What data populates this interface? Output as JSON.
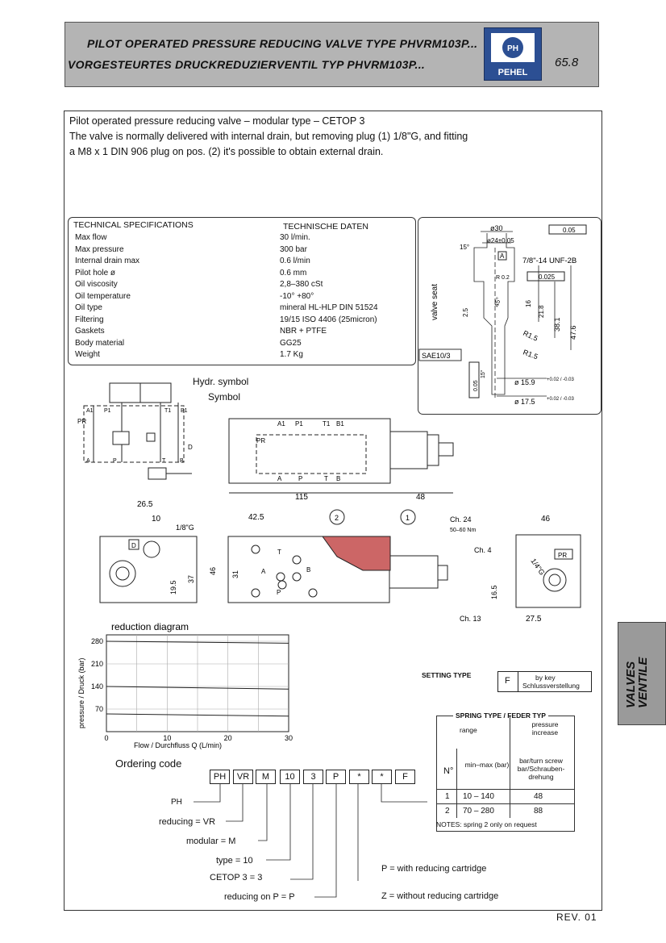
{
  "header": {
    "title_en": "PILOT OPERATED PRESSURE REDUCING VALVE TYPE PHVRM103P...",
    "title_de": "VORGESTEURTES DRUCKREDUZIERVENTIL TYP PHVRM103P...",
    "page_number": "65.8",
    "logo_text": "PH",
    "logo_name": "PEHEL"
  },
  "intro": {
    "line1": "Pilot operated pressure reducing valve – modular type – CETOP 3",
    "line2": "The valve is normally delivered with internal drain, but removing plug (1) 1/8\"G, and fitting",
    "line3": "a M8 x 1 DIN 906 plug on pos. (2) it's possible to obtain external drain."
  },
  "specs": {
    "heading_en": "TECHNICAL SPECIFICATIONS",
    "heading_de": "TECHNISCHE DATEN",
    "rows": [
      {
        "label": "Max flow",
        "value": "30 l/min."
      },
      {
        "label": "Max pressure",
        "value": "300 bar"
      },
      {
        "label": "Internal drain max",
        "value": "0.6 l/min"
      },
      {
        "label": "Pilot hole ø",
        "value": "0.6 mm"
      },
      {
        "label": "Oil viscosity",
        "value": "2,8–380 cSt"
      },
      {
        "label": "Oil temperature",
        "value": "-10° +80°"
      },
      {
        "label": "Oil type",
        "value": "mineral HL-HLP DIN 51524"
      },
      {
        "label": "Filtering",
        "value": "19/15 ISO 4406 (25micron)"
      },
      {
        "label": "Gaskets",
        "value": "NBR + PTFE"
      },
      {
        "label": "Body material",
        "value": "GG25"
      },
      {
        "label": "Weight",
        "value": "1.7 Kg"
      }
    ]
  },
  "seat": {
    "d30": "ø30",
    "d24": "ø24±0.05",
    "tol1": "0.05",
    "refA": "A",
    "angle15": "15°",
    "thread": "7/8\"-14 UNF-2B",
    "r02": "R 0.2",
    "tol2": "0.025",
    "angle45": "45°",
    "v16": "16",
    "v218": "21.8",
    "v25": "2.5",
    "v381": "38.1",
    "v476": "47.6",
    "r15a": "R1.5",
    "r15b": "R1.5",
    "seat_label": "valve seat",
    "sae": "SAE10/3",
    "tol3": "0.05",
    "d159": "ø 15.9",
    "d159_tol": "+0.02 / -0.03",
    "d175": "ø 17.5",
    "d175_tol": "+0.02 / -0.03",
    "angle15b": "15°"
  },
  "symbol": {
    "caption1": "Hydr. symbol",
    "caption2": "Symbol",
    "ports_top": [
      "A1",
      "P1",
      "T1",
      "B1"
    ],
    "ports_bottom": [
      "A",
      "P",
      "T",
      "B"
    ],
    "pr": "PR",
    "d": "D"
  },
  "front_view": {
    "ports_top": [
      "A1",
      "P1",
      "T1",
      "B1"
    ],
    "ports_bottom": [
      "A",
      "P",
      "T",
      "B"
    ],
    "pr": "PR",
    "dim115": "115",
    "dim48": "48"
  },
  "views": {
    "d265": "26.5",
    "d10": "10",
    "g18": "1/8\"G",
    "d_label": "D",
    "d195": "19.5",
    "d37": "37",
    "d46": "46",
    "d425": "42.5",
    "d31": "31",
    "marker2": "2",
    "marker1": "1",
    "ports": [
      "T",
      "A",
      "B",
      "P"
    ],
    "ch24": "Ch. 24",
    "torque": "50–60 Nm",
    "ch4": "Ch. 4",
    "ch13": "Ch. 13",
    "r46": "46",
    "g14": "1/4\"G",
    "pr": "PR",
    "d165": "16.5",
    "d275": "27.5"
  },
  "chart_data": {
    "type": "line",
    "title": "reduction diagram",
    "xlabel": "Flow / Durchfluss Q (L/min)",
    "ylabel": "pressure / Druck (bar)",
    "x_ticks": [
      0,
      10,
      20,
      30
    ],
    "y_ticks": [
      70,
      140,
      210,
      280
    ],
    "xlim": [
      0,
      30
    ],
    "ylim": [
      0,
      300
    ],
    "series": [
      {
        "x": [
          0,
          30
        ],
        "y": [
          280,
          274
        ]
      },
      {
        "x": [
          0,
          30
        ],
        "y": [
          140,
          132
        ]
      },
      {
        "x": [
          0,
          30
        ],
        "y": [
          55,
          48
        ]
      }
    ]
  },
  "ordering": {
    "heading": "Ordering code",
    "codes": [
      "PH",
      "VR",
      "M",
      "10",
      "3",
      "P",
      "*",
      "*",
      "F"
    ],
    "labels": [
      {
        "text": "PH"
      },
      {
        "text": "reducing = VR"
      },
      {
        "text": "modular = M"
      },
      {
        "text": "type = 10"
      },
      {
        "text": "CETOP 3 = 3"
      },
      {
        "text": "reducing on P = P"
      }
    ],
    "p_option": "P = with reducing cartridge",
    "z_option": "Z = without reducing cartridge",
    "setting_type": "SETTING TYPE",
    "setting_code": "F",
    "setting_desc1": "by key",
    "setting_desc2": "Schlussverstellung"
  },
  "spring": {
    "heading": "SPRING TYPE / FEDER TYP",
    "col_range": "range",
    "col_pressure": "pressure increase",
    "n_label": "N°",
    "minmax": "min–max (bar)",
    "per_turn": "bar/turn screw bar/Schrauben-drehung",
    "rows": [
      {
        "n": "1",
        "range": "10 – 140",
        "inc": "48"
      },
      {
        "n": "2",
        "range": "70 – 280",
        "inc": "88"
      }
    ],
    "notes": "NOTES: spring 2 only on request"
  },
  "side_tab": {
    "line1": "VALVES",
    "line2": "VENTILE"
  },
  "footer": {
    "rev": "REV. 01"
  }
}
